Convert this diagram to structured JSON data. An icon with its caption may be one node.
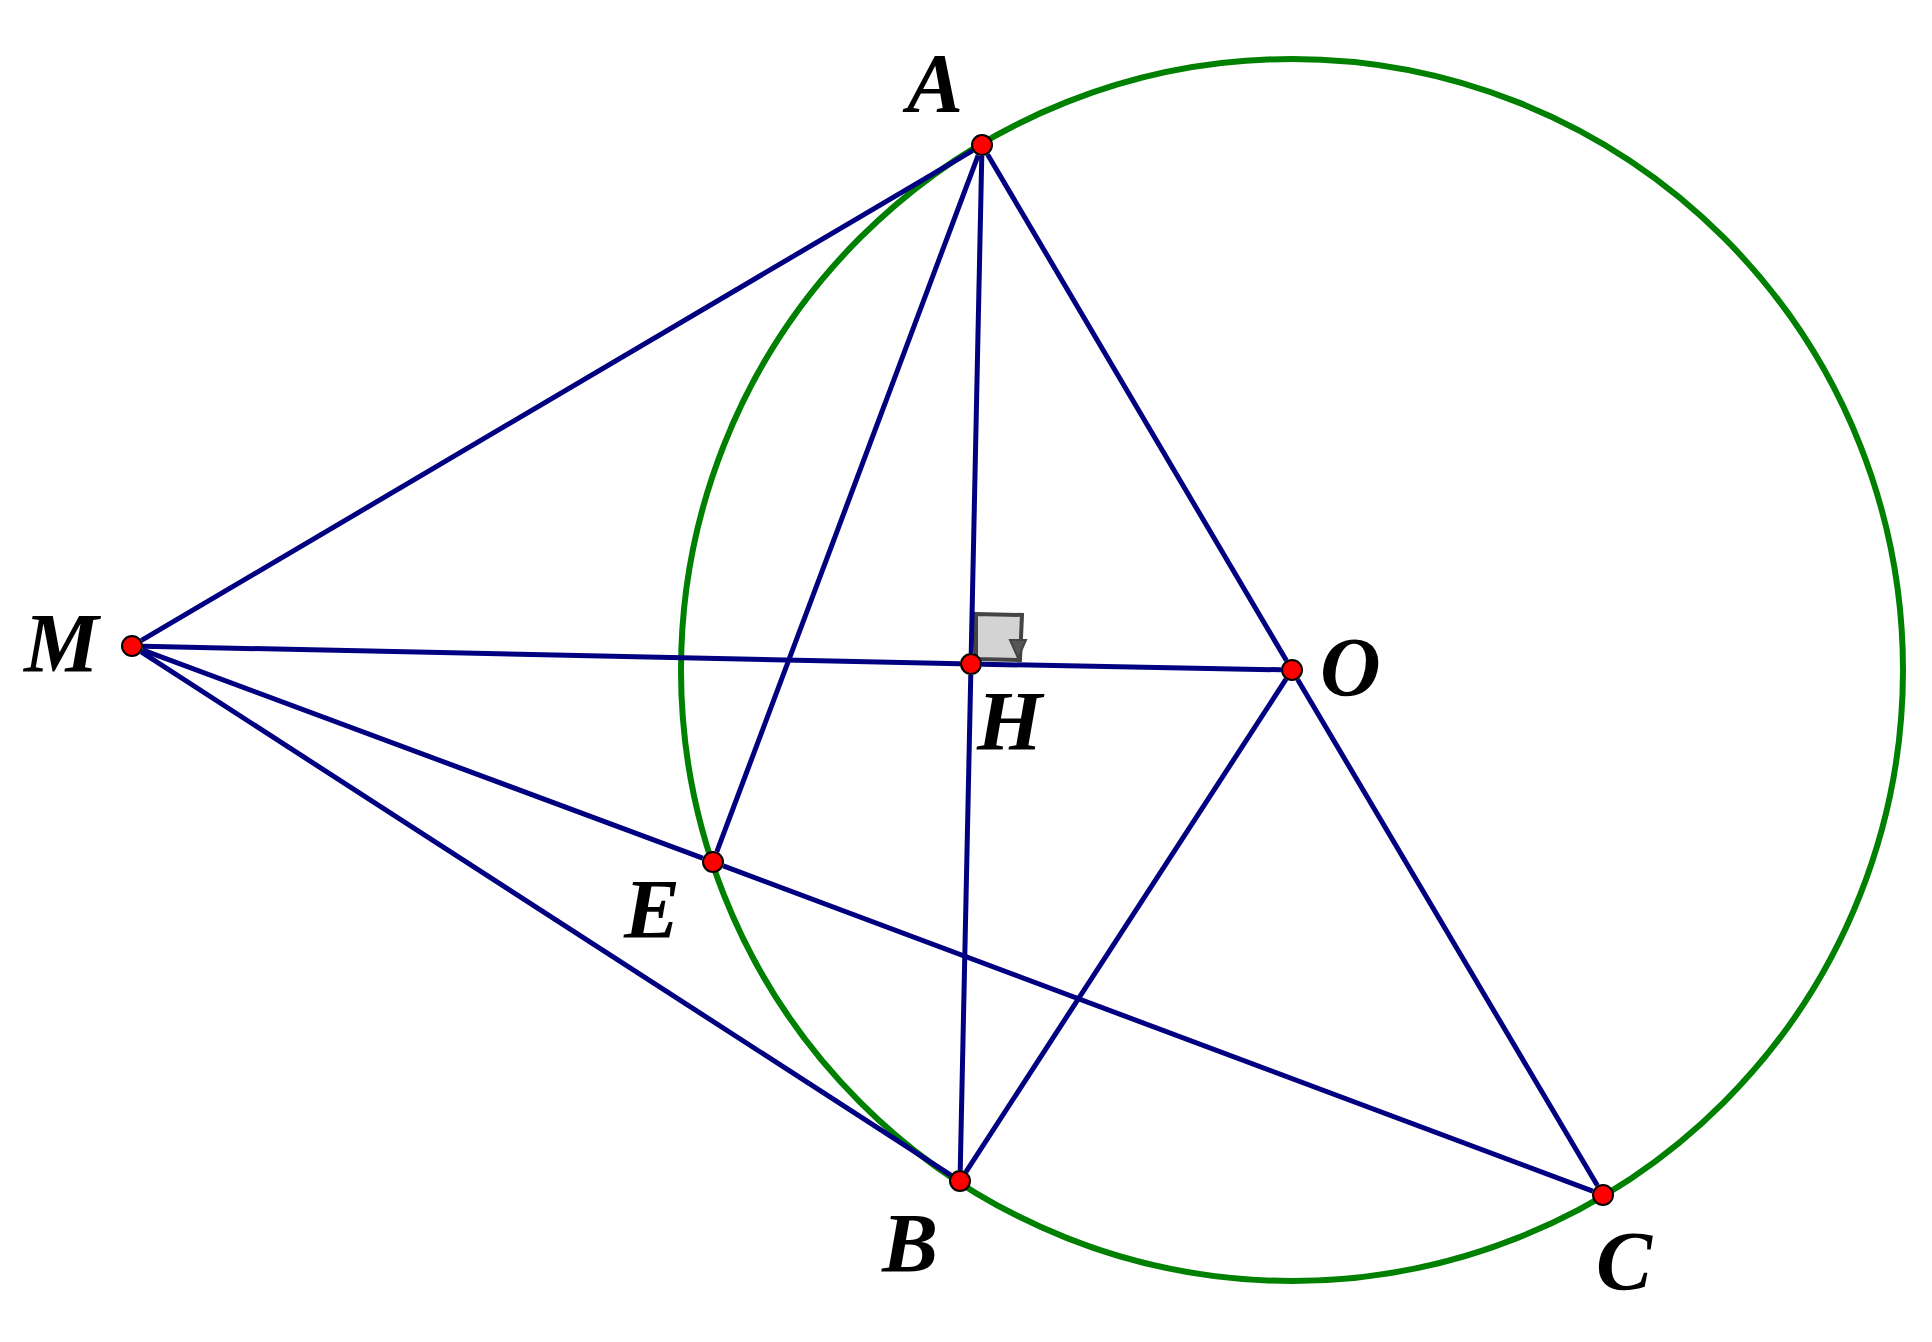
{
  "diagram": {
    "nodes": [
      {
        "text": [
          "A"
        ]
      },
      {
        "text": [
          "M"
        ]
      },
      {
        "text": [
          "H"
        ]
      },
      {
        "text": [
          "O"
        ]
      },
      {
        "text": [
          "E"
        ]
      },
      {
        "text": [
          "B"
        ]
      },
      {
        "text": [
          "C"
        ]
      }
    ],
    "edges": [
      {
        "from": 1,
        "to": 0,
        "arrow": "none"
      },
      {
        "from": 1,
        "to": 2,
        "arrow": "none"
      },
      {
        "from": 2,
        "to": 3,
        "arrow": "none"
      },
      {
        "from": 1,
        "to": 4,
        "arrow": "none"
      },
      {
        "from": 4,
        "to": 6,
        "arrow": "none"
      },
      {
        "from": 1,
        "to": 5,
        "arrow": "none"
      },
      {
        "from": 0,
        "to": 4,
        "arrow": "none"
      },
      {
        "from": 0,
        "to": 2,
        "arrow": "none"
      },
      {
        "from": 2,
        "to": 5,
        "arrow": "none"
      },
      {
        "from": 0,
        "to": 3,
        "arrow": "none"
      },
      {
        "from": 3,
        "to": 5,
        "arrow": "none"
      },
      {
        "from": 3,
        "to": 6,
        "arrow": "none"
      }
    ]
  }
}
